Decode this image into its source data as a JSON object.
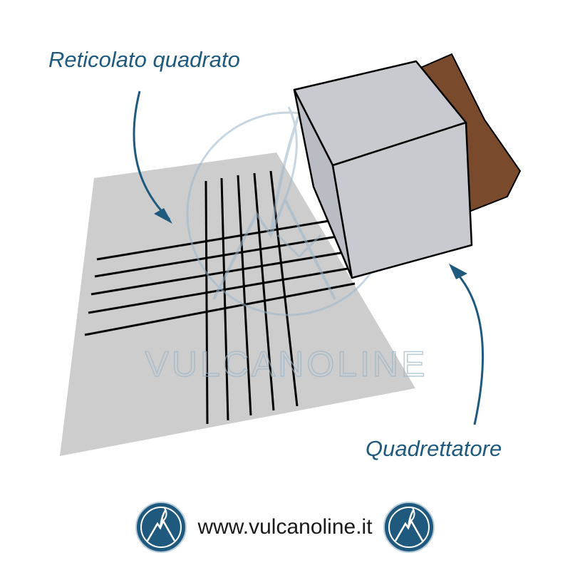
{
  "labels": {
    "grid": "Reticolato quadrato",
    "tool": "Quadrettatore"
  },
  "watermark": {
    "text": "VULCANOLINE"
  },
  "footer": {
    "url": "www.vulcanoline.it"
  },
  "colors": {
    "label_text": "#1f5a7e",
    "arrow": "#1f5a7e",
    "sheet": "#cdcdcd",
    "grid_lines": "#000000",
    "cube_face": "#c8cacf",
    "handle": "#7a4a2d",
    "logo_bg": "#1f5a7e",
    "watermark": "#9bb6c8"
  },
  "icons": {
    "logo_left": "vulcanoline-logo-icon",
    "logo_right": "vulcanoline-logo-icon"
  }
}
